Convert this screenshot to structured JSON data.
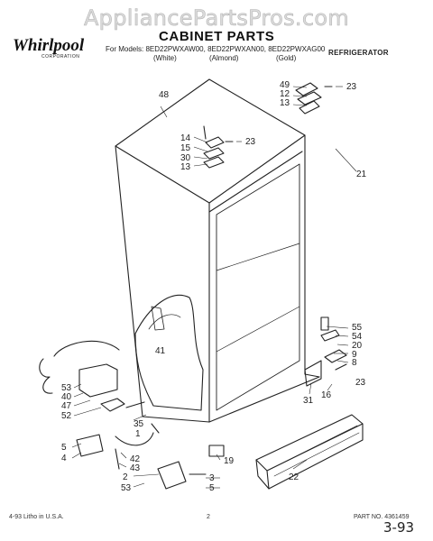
{
  "watermark": "AppliancePartsPros.com",
  "brand": {
    "name": "Whirlpool",
    "tagline": "CORPORATION"
  },
  "title": "CABINET PARTS",
  "models_line": "For Models: 8ED22PWXAW00, 8ED22PWXAN00, 8ED22PWXAG00",
  "variants": [
    "(White)",
    "(Almond)",
    "(Gold)"
  ],
  "category": "REFRIGERATOR",
  "footer": {
    "left": "4-93  Litho in U.S.A.",
    "page": "2",
    "part_no": "PART NO. 4361459"
  },
  "handwritten": "3-93",
  "callouts": [
    "48",
    "49",
    "12",
    "13",
    "23",
    "14",
    "15",
    "30",
    "13",
    "23",
    "21",
    "41",
    "55",
    "54",
    "20",
    "9",
    "8",
    "23",
    "16",
    "31",
    "53",
    "40",
    "47",
    "52",
    "35",
    "5",
    "4",
    "1",
    "42",
    "43",
    "2",
    "53",
    "19",
    "3",
    "5",
    "22"
  ]
}
